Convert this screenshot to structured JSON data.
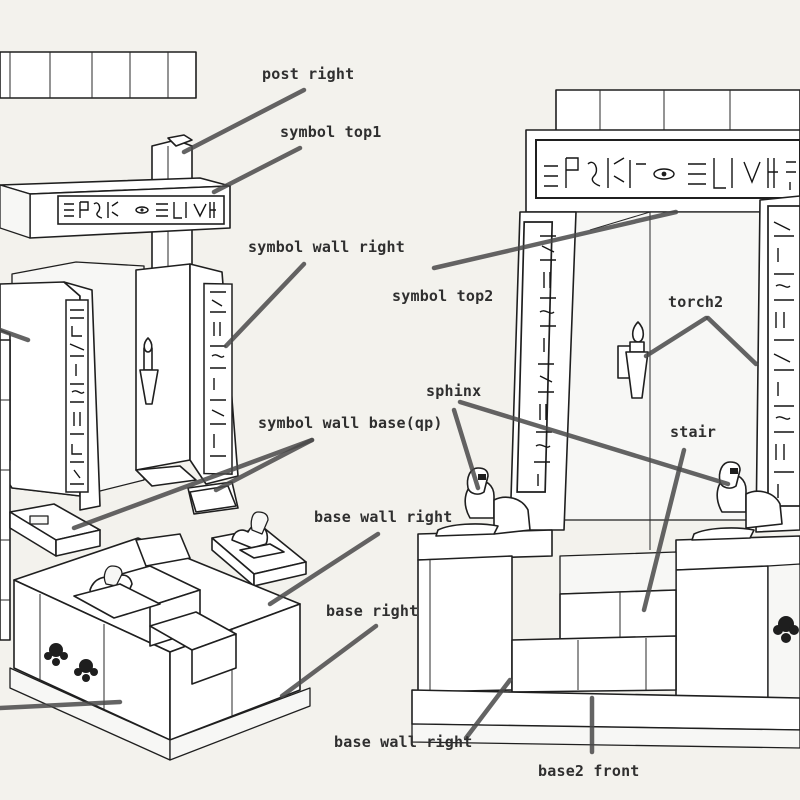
{
  "labels": {
    "post_right": "post right",
    "symbol_top1": "symbol top1",
    "symbol_wall_right": "symbol wall right",
    "symbol_wall_base": "symbol wall base(qp)",
    "base_wall_right_left": "base wall right",
    "base_right": "base right",
    "base_wall_right_bottom": "base wall right",
    "symbol_top2": "symbol top2",
    "torch2": "torch2",
    "sphinx": "sphinx",
    "stair": "stair",
    "base2_front": "base2 front"
  },
  "colors": {
    "paper": "#f3f2ed",
    "ink": "#1f1f1f",
    "leader": "#4a4a4a",
    "label": "#2f2f2f"
  }
}
